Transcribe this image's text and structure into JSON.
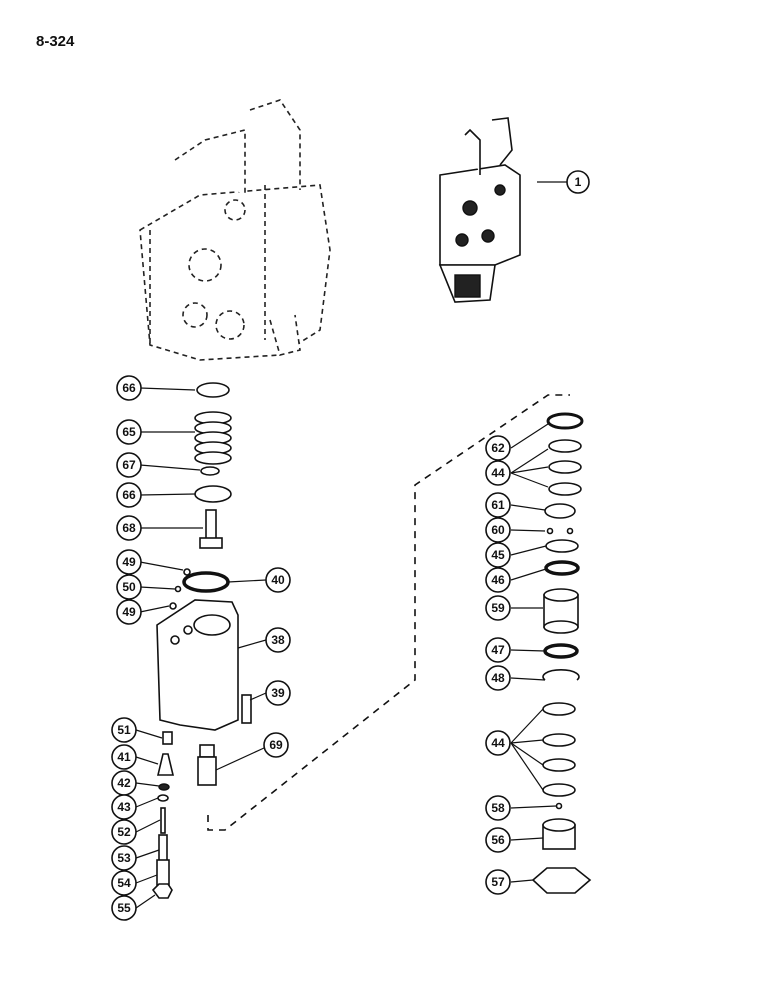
{
  "page": {
    "number": "8-324"
  },
  "callouts": {
    "c1": "1",
    "c66a": "66",
    "c65": "65",
    "c67": "67",
    "c66b": "66",
    "c68": "68",
    "c49a": "49",
    "c50": "50",
    "c49b": "49",
    "c40": "40",
    "c38": "38",
    "c39": "39",
    "c51": "51",
    "c41": "41",
    "c42": "42",
    "c43": "43",
    "c52": "52",
    "c53": "53",
    "c54": "54",
    "c55": "55",
    "c69": "69",
    "c62": "62",
    "c44a": "44",
    "c61": "61",
    "c60": "60",
    "c45": "45",
    "c46": "46",
    "c59": "59",
    "c47": "47",
    "c48": "48",
    "c44b": "44",
    "c58": "58",
    "c56": "56",
    "c57": "57"
  }
}
